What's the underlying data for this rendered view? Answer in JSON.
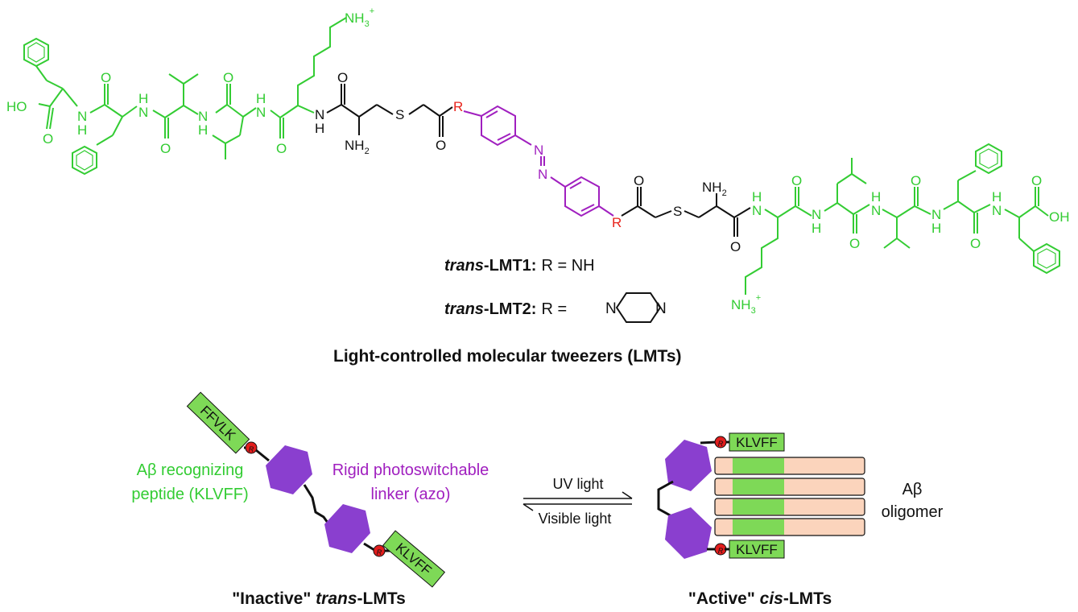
{
  "colors": {
    "peptide": "#33cc33",
    "linker": "#a01fbf",
    "r_group": "#e8241c",
    "black": "#111111",
    "hexagon": "#8a3fcf",
    "peptide_box": "#7ed957",
    "oligomer_fill": "#fbd4bc",
    "oligomer_core": "#7ed957",
    "r_dot": "#e21d1d"
  },
  "structure": {
    "atoms": {
      "ho": "HO",
      "oh": "OH",
      "o": "O",
      "n": "N",
      "nh": "NH",
      "h": "H",
      "s": "S",
      "r": "R",
      "nh2": "NH",
      "nh2_sub": "2",
      "nh3": "NH",
      "nh3_sub": "3",
      "nh3_sup": "+"
    },
    "lmt1": {
      "name_italic": "trans",
      "name_rest": "-LMT1:",
      "rdef": "R = NH"
    },
    "lmt2": {
      "name_italic": "trans",
      "name_rest": "-LMT2:",
      "rdef": "R =",
      "ring_n": "N"
    },
    "title": "Light-controlled molecular tweezers (LMTs)"
  },
  "scheme": {
    "trans_left_peptide": "FFVLK",
    "trans_right_peptide": "KLVFF",
    "r_dot_label": "R",
    "label_green_line1": "Aβ recognizing",
    "label_green_line2": "peptide (KLVFF)",
    "label_purple_line1": "Rigid photoswitchable",
    "label_purple_line2": "linker (azo)",
    "arrow_top": "UV light",
    "arrow_bottom": "Visible light",
    "cis_top_peptide": "KLVFF",
    "cis_bottom_peptide": "KLVFF",
    "oligomer_line1": "Aβ",
    "oligomer_line2": "oligomer",
    "caption_left_pre": "\"Inactive\" ",
    "caption_left_italic": "trans",
    "caption_left_post": "-LMTs",
    "caption_right_pre": "\"Active\" ",
    "caption_right_italic": "cis",
    "caption_right_post": "-LMTs"
  }
}
